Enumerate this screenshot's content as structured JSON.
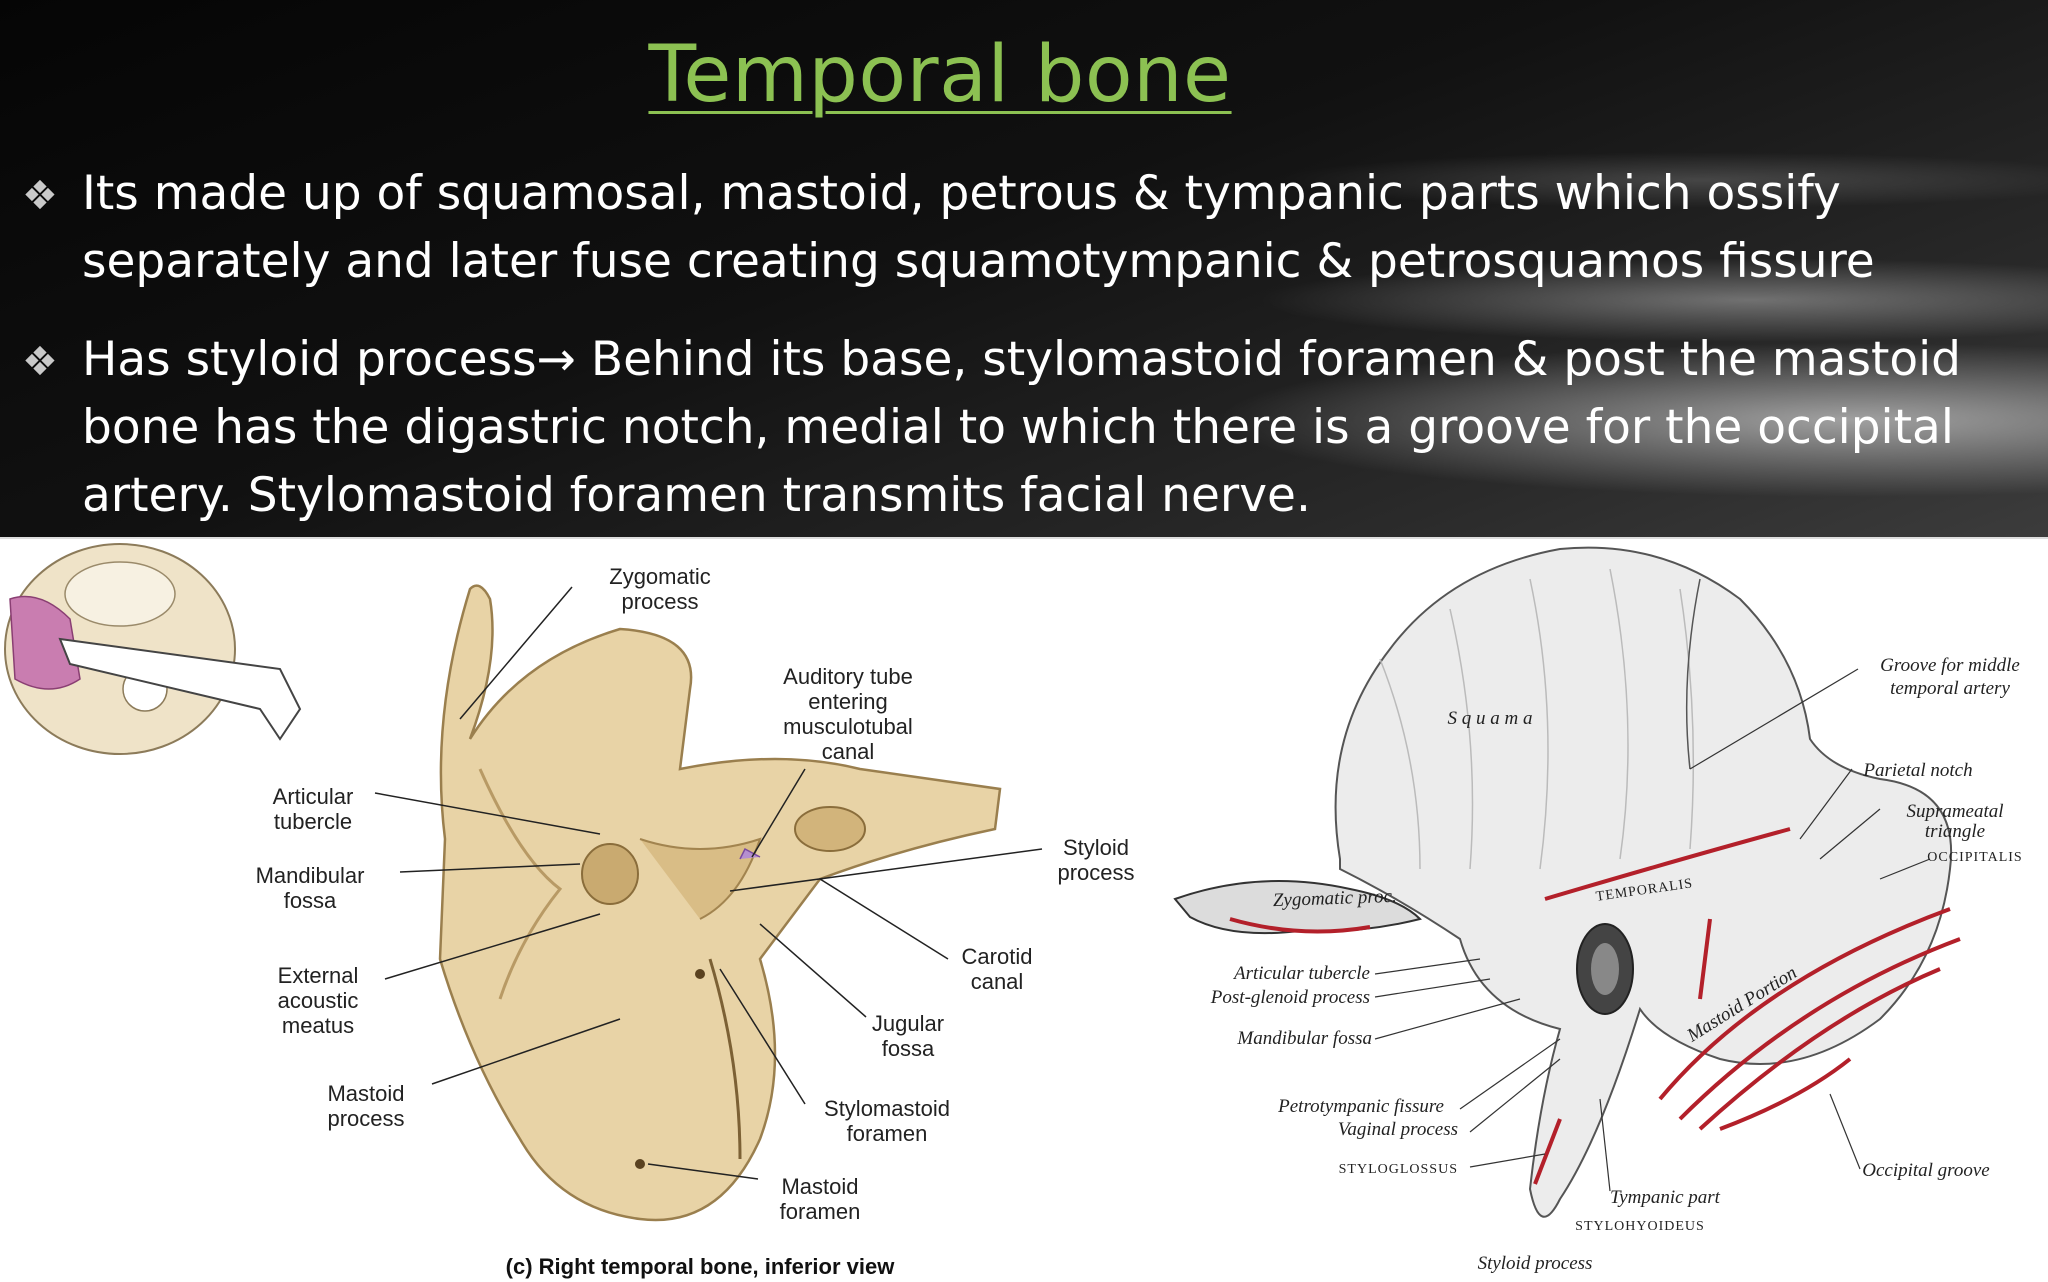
{
  "slide": {
    "title": "Temporal bone",
    "bullets": [
      "Its  made up of squamosal, mastoid, petrous & tympanic parts which ossify separately and later fuse creating squamotympanic & petrosquamos fissure",
      "Has styloid process→ Behind its base, stylomastoid foramen & post the mastoid bone has the digastric notch, medial to which there is a groove for the occipital artery. Stylomastoid foramen transmits facial nerve."
    ],
    "bullet_mark": "❖"
  },
  "left_figure": {
    "labels": {
      "zygomatic": [
        "Zygomatic",
        "process"
      ],
      "auditory": [
        "Auditory tube",
        "entering",
        "musculotubal",
        "canal"
      ],
      "articular": [
        "Articular",
        "tubercle"
      ],
      "mandibular": [
        "Mandibular",
        "fossa"
      ],
      "external": [
        "External",
        "acoustic",
        "meatus"
      ],
      "mastoid_process": [
        "Mastoid",
        "process"
      ],
      "styloid": [
        "Styloid",
        "process"
      ],
      "carotid": [
        "Carotid",
        "canal"
      ],
      "jugular": [
        "Jugular",
        "fossa"
      ],
      "stylomastoid": [
        "Stylomastoid",
        "foramen"
      ],
      "mastoid_foramen": [
        "Mastoid",
        "foramen"
      ]
    },
    "caption": "(c) Right temporal bone,  inferior view"
  },
  "right_figure": {
    "labels": {
      "groove_middle": [
        "Groove for middle",
        "temporal artery"
      ],
      "parietal_notch": "Parietal notch",
      "suprameatal": [
        "Suprameatal",
        "triangle"
      ],
      "occipitalis": "OCCIPITALIS",
      "squama": "S q u a m a",
      "zygomatic_proc": "Zygomatic  proc.",
      "temporalis": "TEMPORALIS",
      "mastoid_portion": "Mastoid Portion",
      "articular_tubercle": "Articular tubercle",
      "post_glenoid": "Post-glenoid process",
      "mandibular_fossa": "Mandibular fossa",
      "petrotympanic": "Petrotympanic fissure",
      "vaginal": "Vaginal process",
      "styloglossus": "STYLOGLOSSUS",
      "tympanic_part": "Tympanic part",
      "stylohyoideus": "STYLOHYOIDEUS",
      "styloid_process": "Styloid process",
      "occipital_groove": "Occipital groove"
    }
  },
  "colors": {
    "title": "#8cc152",
    "bone": "#e8d3a6",
    "muscle_line": "#b3202a"
  }
}
